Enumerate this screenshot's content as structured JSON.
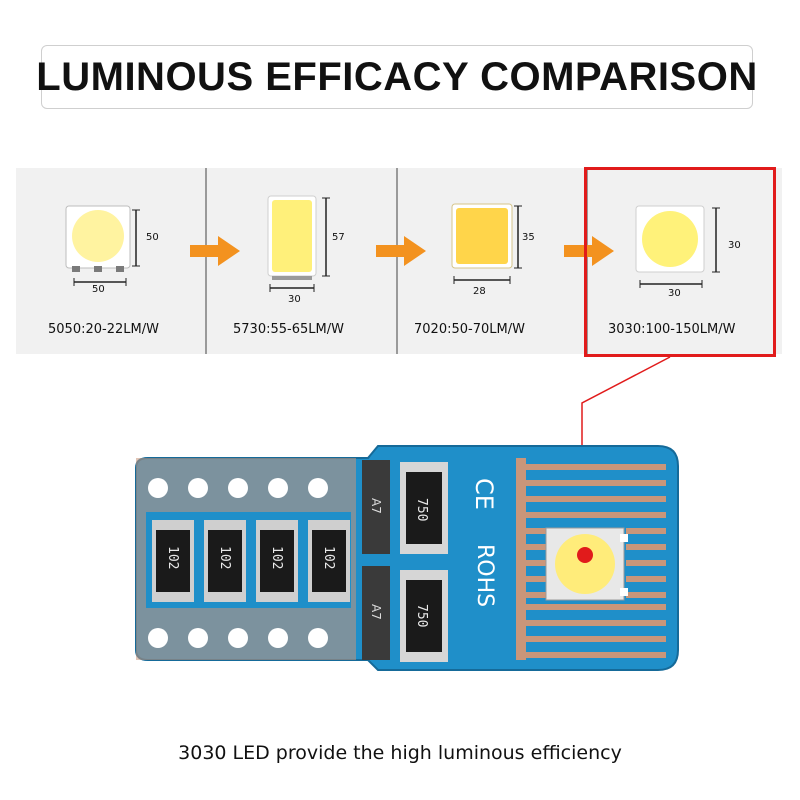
{
  "title": "LUMINOUS EFFICACY COMPARISON",
  "leds": [
    {
      "name": "5050",
      "spec": "5050:20-22LM/W",
      "width": "50",
      "height": "50"
    },
    {
      "name": "5730",
      "spec": "5730:55-65LM/W",
      "width": "30",
      "height": "57"
    },
    {
      "name": "7020",
      "spec": "7020:50-70LM/W",
      "width": "28",
      "height": "35"
    },
    {
      "name": "3030",
      "spec": "3030:100-150LM/W",
      "width": "30",
      "height": "30"
    }
  ],
  "board": {
    "resistor_labels": [
      "102",
      "102",
      "102",
      "102",
      "750",
      "750"
    ],
    "diode_labels": [
      "A7",
      "A7"
    ],
    "marks": [
      "CE",
      "ROHS"
    ]
  },
  "caption": "3030 LED provide the high luminous efficiency",
  "colors": {
    "arrow": "#f3921f",
    "highlight": "#e11b1b",
    "pcb": "#1f8fc9",
    "copper": "#c9967a",
    "led_chip": "#ffec7a"
  }
}
